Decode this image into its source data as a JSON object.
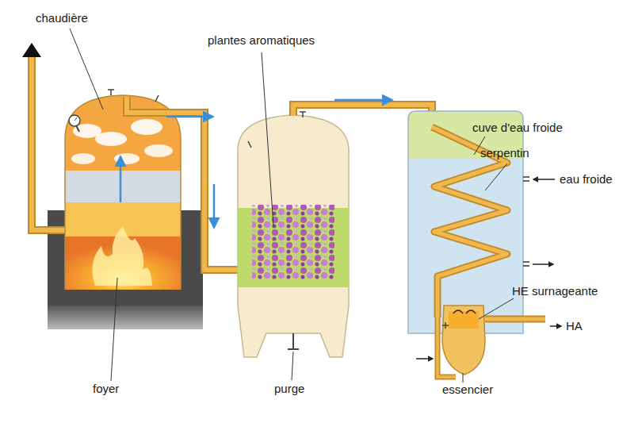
{
  "diagram": {
    "labels": [
      "chaudière",
      "plantes aromatiques",
      "cuve d'eau froide",
      "serpentin",
      "eau froide",
      "HE surnageante",
      "HA",
      "foyer",
      "purge",
      "essencier"
    ]
  }
}
